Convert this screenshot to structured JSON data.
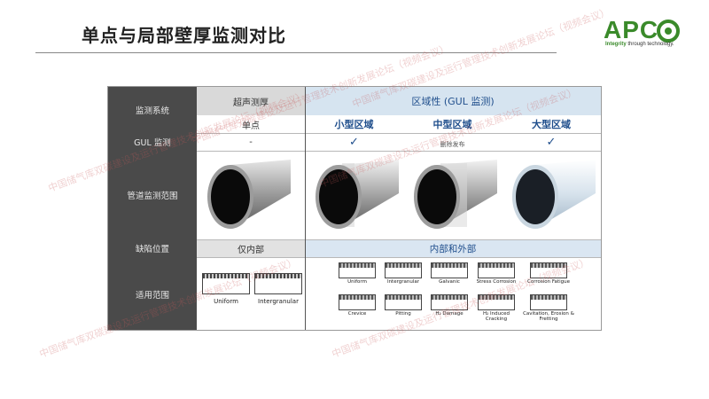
{
  "page": {
    "title": "单点与局部壁厚监测对比",
    "logo": {
      "brand": "APC",
      "tagline_a": "Integrity",
      "tagline_b": " through technology."
    }
  },
  "watermark": "中国储气库双碳建设及运行管理技术创新发展论坛（视频会议）",
  "table": {
    "row_labels": [
      "监测系统",
      "GUL 监测",
      "管道监测范围",
      "缺陷位置",
      "适用范围"
    ],
    "ut": {
      "header": "超声测厚",
      "sub": "单点",
      "gul": "-",
      "defect_loc": "仅内部",
      "types": [
        "Uniform",
        "Intergranular"
      ]
    },
    "gul": {
      "header": "区域性 (GUL 监测)",
      "cols": [
        {
          "label": "小型区域",
          "check": "✓",
          "note": ""
        },
        {
          "label": "中型区域",
          "check": "",
          "note": "删除发布"
        },
        {
          "label": "大型区域",
          "check": "✓",
          "note": ""
        }
      ],
      "defect_loc": "内部和外部",
      "types_row1": [
        "Uniform",
        "Intergranular",
        "Galvanic",
        "Stress Corrosion",
        "Corrosion Fatigue"
      ],
      "types_row2": [
        "Crevice",
        "Pitting",
        "H₂ Damage",
        "H₂ Induced Cracking",
        "Cavitation, Erosion & Fretting"
      ]
    }
  },
  "colors": {
    "accent_blue": "#1f4e8c",
    "label_bg": "#4a4a4a",
    "brand_green": "#3a8a2a"
  }
}
